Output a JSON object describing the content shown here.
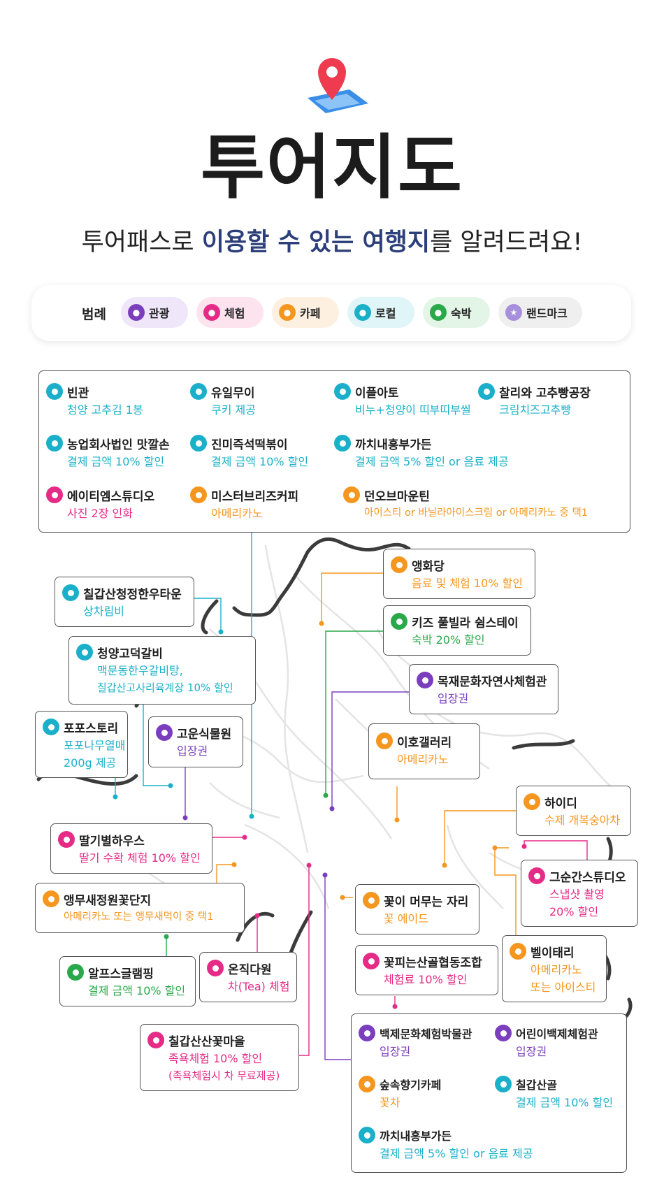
{
  "title": "투어지도",
  "subtitle": {
    "part1": "투어패스로 ",
    "highlight": "이용할 수 있는 여행지",
    "part2": "를 알려드려요!"
  },
  "colors": {
    "tourism": "#7b3fbe",
    "experience": "#e62b87",
    "cafe": "#f5961e",
    "local": "#1bb0c9",
    "stay": "#2aa84a",
    "landmark": "#a88fdb",
    "border": "#565656",
    "road": "#e2e2e2",
    "river": "#3e3e3e"
  },
  "legend": {
    "label": "범례",
    "items": [
      {
        "label": "관광",
        "bg": "#efe6fa",
        "color": "#7b3fbe",
        "icon": "map-pin-icon"
      },
      {
        "label": "체험",
        "bg": "#fce3ee",
        "color": "#e62b87",
        "icon": "map-pin-icon"
      },
      {
        "label": "카페",
        "bg": "#fdf0e1",
        "color": "#f5961e",
        "icon": "map-pin-icon"
      },
      {
        "label": "로컬",
        "bg": "#e0f5f8",
        "color": "#1bb0c9",
        "icon": "map-pin-icon"
      },
      {
        "label": "숙박",
        "bg": "#e2f5e6",
        "color": "#2aa84a",
        "icon": "map-pin-icon"
      },
      {
        "label": "랜드마크",
        "bg": "#efefef",
        "color": "#a88fdb",
        "icon": "star-icon"
      }
    ]
  },
  "places": {
    "p1": {
      "name": "빈관",
      "desc": "청양 고추김 1봉",
      "color": "#1bb0c9"
    },
    "p2": {
      "name": "유일무이",
      "desc": "쿠키 제공",
      "color": "#1bb0c9"
    },
    "p3": {
      "name": "이플아토",
      "desc": "비누+청양이 띠부띠부씰",
      "color": "#1bb0c9"
    },
    "p4": {
      "name": "찰리와 고추빵공장",
      "desc": "크림치즈고추빵",
      "color": "#1bb0c9"
    },
    "p5": {
      "name": "농업회사법인 맛깔손",
      "desc": "결제 금액 10% 할인",
      "color": "#1bb0c9"
    },
    "p6": {
      "name": "진미즉석떡볶이",
      "desc": "결제 금액 10% 할인",
      "color": "#1bb0c9"
    },
    "p7": {
      "name": "까치내흥부가든",
      "desc": "결제 금액 5% 할인 or 음료 제공",
      "color": "#1bb0c9"
    },
    "p8": {
      "name": "에이티엠스튜디오",
      "desc": "사진 2장 인화",
      "color": "#e62b87"
    },
    "p9": {
      "name": "미스터브리즈커피",
      "desc": "아메리카노",
      "color": "#f5961e"
    },
    "p10": {
      "name": "던오브마운틴",
      "desc": "아이스티 or 바닐라아이스크림 or 아메리카노 중 택1",
      "color": "#f5961e"
    },
    "p11": {
      "name": "앵화당",
      "desc": "음료 및 체험 10% 할인",
      "color": "#f5961e"
    },
    "p12": {
      "name": "키즈 풀빌라 쉼스테이",
      "desc": "숙박 20% 할인",
      "color": "#2aa84a"
    },
    "p13": {
      "name": "목재문화자연사체험관",
      "desc": "입장권",
      "color": "#7b3fbe"
    },
    "p14": {
      "name": "칠갑산청정한우타운",
      "desc": "상차림비",
      "color": "#1bb0c9"
    },
    "p15": {
      "name": "청양고덕갈비",
      "desc1": "맥문동한우갈비탕,",
      "desc2": "칠갑산고사리육계장 10% 할인",
      "color": "#1bb0c9"
    },
    "p16": {
      "name": "포포스토리",
      "desc1": "포포나무열매",
      "desc2": "200g 제공",
      "color": "#1bb0c9"
    },
    "p17": {
      "name": "고운식물원",
      "desc": "입장권",
      "color": "#7b3fbe"
    },
    "p18": {
      "name": "이호갤러리",
      "desc": "아메리카노",
      "color": "#f5961e"
    },
    "p19": {
      "name": "하이디",
      "desc": "수제 개복숭아차",
      "color": "#f5961e"
    },
    "p20": {
      "name": "딸기별하우스",
      "desc": "딸기 수확 체험 10% 할인",
      "color": "#e62b87"
    },
    "p21": {
      "name": "그순간스튜디오",
      "desc1": "스냅샷 촬영",
      "desc2": "20% 할인",
      "color": "#e62b87"
    },
    "p22": {
      "name": "앵무새정원꽃단지",
      "desc": "아메리카노 또는 앵무새먹이 중 택1",
      "color": "#f5961e"
    },
    "p23": {
      "name": "꽃이 머무는 자리",
      "desc": "꽃 에이드",
      "color": "#f5961e"
    },
    "p24": {
      "name": "벨이태리",
      "desc1": "아메리카노",
      "desc2": "또는 아이스티",
      "color": "#f5961e"
    },
    "p25": {
      "name": "알프스글램핑",
      "desc": "결제 금액 10% 할인",
      "color": "#2aa84a"
    },
    "p26": {
      "name": "온직다원",
      "desc": "차(Tea) 체험",
      "color": "#e62b87"
    },
    "p27": {
      "name": "꽃피는산골협동조합",
      "desc": "체험료 10% 할인",
      "color": "#e62b87"
    },
    "p28": {
      "name": "칠갑산산꽃마을",
      "desc1": "족욕체험 10% 할인",
      "desc2": "(족욕체험시 차 무료제공)",
      "color": "#e62b87"
    },
    "p29": {
      "name": "백제문화체험박물관",
      "desc": "입장권",
      "color": "#7b3fbe"
    },
    "p30": {
      "name": "어린이백제체험관",
      "desc": "입장권",
      "color": "#7b3fbe"
    },
    "p31": {
      "name": "숲속향기카페",
      "desc": "꽃차",
      "color": "#f5961e"
    },
    "p32": {
      "name": "칠갑산골",
      "desc": "결제 금액 10% 할인",
      "color": "#1bb0c9"
    },
    "p33": {
      "name": "까치내흥부가든",
      "desc": "결제 금액 5% 할인 or 음료 제공",
      "color": "#1bb0c9"
    }
  }
}
